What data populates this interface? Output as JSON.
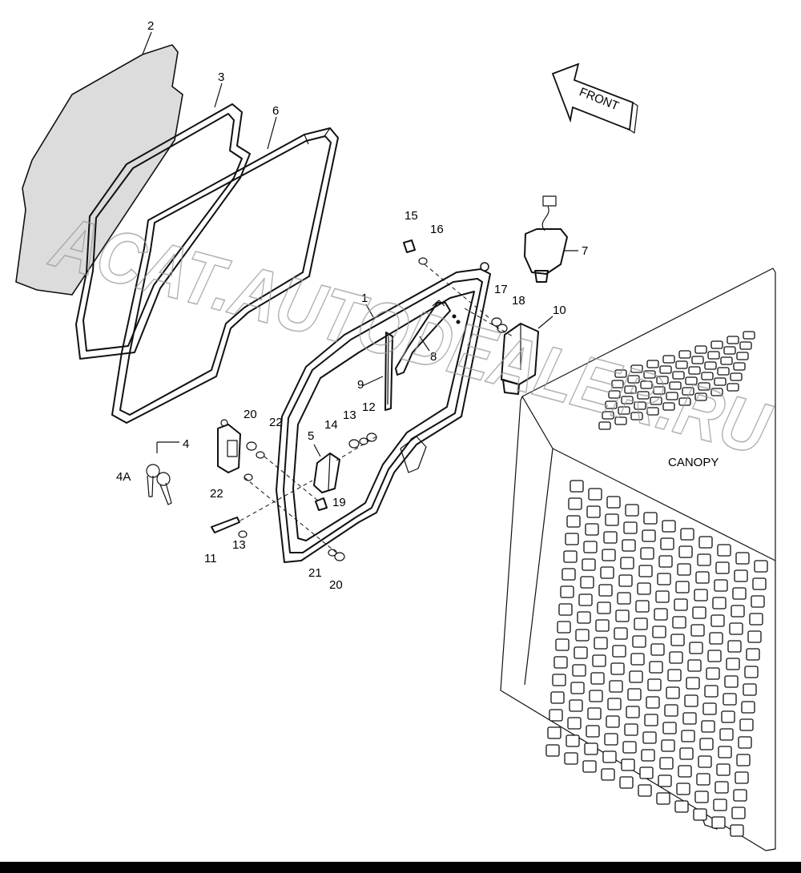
{
  "diagram": {
    "part_labels": {
      "p1": "1",
      "p2": "2",
      "p3": "3",
      "p4": "4",
      "p4a": "4A",
      "p5": "5",
      "p6": "6",
      "p7": "7",
      "p8": "8",
      "p9": "9",
      "p10": "10",
      "p11": "11",
      "p12": "12",
      "p13a": "13",
      "p13b": "13",
      "p14": "14",
      "p15": "15",
      "p16": "16",
      "p17": "17",
      "p18": "18",
      "p19": "19",
      "p20a": "20",
      "p20b": "20",
      "p21": "21",
      "p22a": "22",
      "p22b": "22"
    },
    "front_arrow_label": "FRONT",
    "canopy_label": "CANOPY",
    "watermark": "ACAT.AUTODEALER.RU"
  }
}
